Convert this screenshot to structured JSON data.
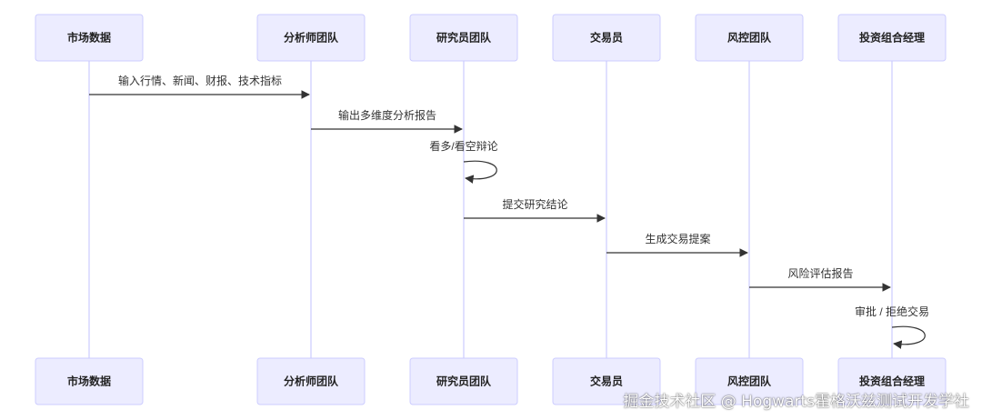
{
  "actors": [
    {
      "id": "market",
      "label": "市场数据"
    },
    {
      "id": "analyst",
      "label": "分析师团队"
    },
    {
      "id": "research",
      "label": "研究员团队"
    },
    {
      "id": "trader",
      "label": "交易员"
    },
    {
      "id": "risk",
      "label": "风控团队"
    },
    {
      "id": "pm",
      "label": "投资组合经理"
    }
  ],
  "messages": [
    {
      "from": "market",
      "to": "analyst",
      "label": "输入行情、新闻、财报、技术指标"
    },
    {
      "from": "analyst",
      "to": "research",
      "label": "输出多维度分析报告"
    },
    {
      "from": "research",
      "to": "research",
      "label": "看多/看空辩论"
    },
    {
      "from": "research",
      "to": "trader",
      "label": "提交研究结论"
    },
    {
      "from": "trader",
      "to": "risk",
      "label": "生成交易提案"
    },
    {
      "from": "risk",
      "to": "pm",
      "label": "风险评估报告"
    },
    {
      "from": "pm",
      "to": "pm",
      "label": "审批 / 拒绝交易"
    }
  ],
  "watermark": "掘金技术社区 @ Hogwarts霍格沃兹测试开发学社"
}
